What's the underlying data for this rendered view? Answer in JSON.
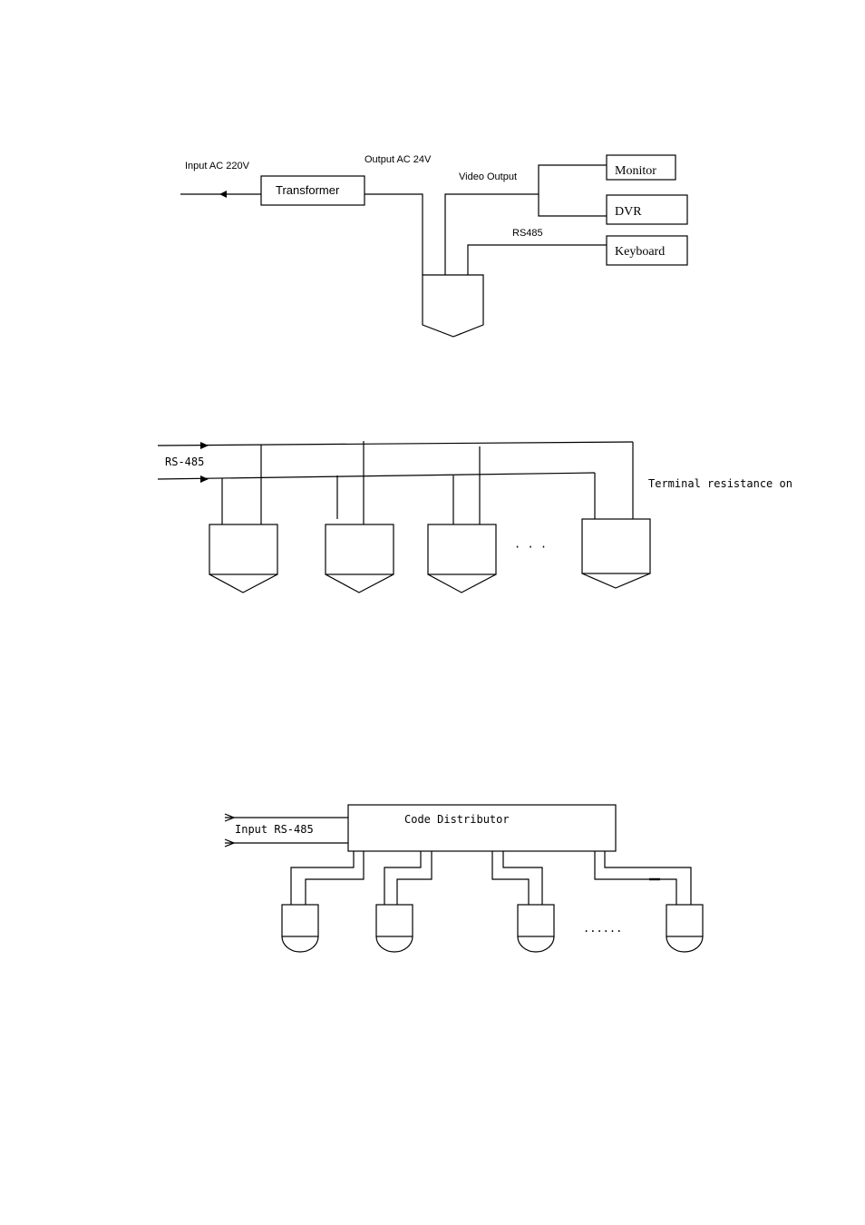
{
  "diagram1": {
    "input_label": "Input AC 220V",
    "transformer_label": "Transformer",
    "output_label": "Output AC 24V",
    "video_output_label": "Video Output",
    "monitor_label": "Monitor",
    "dvr_label": "DVR",
    "rs485_label": "RS485",
    "keyboard_label": "Keyboard"
  },
  "diagram2": {
    "rs485_label": "RS-485",
    "terminal_label": "Terminal resistance on",
    "ellipsis": "· · ·"
  },
  "diagram3": {
    "input_label": "Input RS-485",
    "distributor_label": "Code Distributor",
    "ellipsis": "......"
  }
}
